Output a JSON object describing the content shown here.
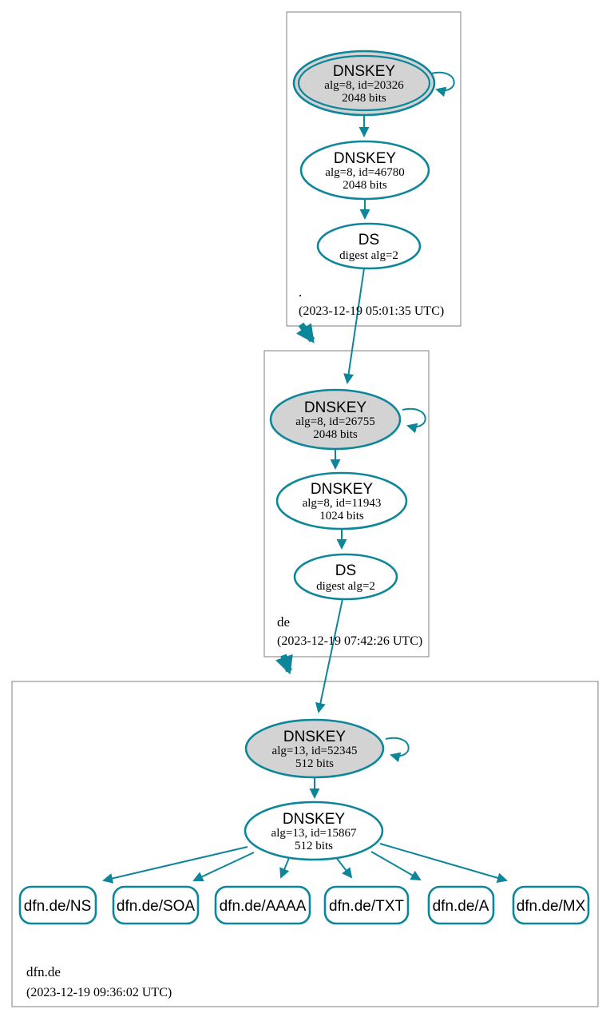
{
  "colors": {
    "edge": "#0d869a",
    "ksk_fill": "#d3d3d3",
    "node_fill": "#ffffff",
    "box_border": "#7f7f7f",
    "text": "#000000"
  },
  "zones": [
    {
      "label": ".",
      "timestamp": "(2023-12-19 05:01:35 UTC)",
      "ksk": {
        "title": "DNSKEY",
        "detail": "alg=8, id=20326",
        "bits": "2048 bits"
      },
      "zsk": {
        "title": "DNSKEY",
        "detail": "alg=8, id=46780",
        "bits": "2048 bits"
      },
      "ds": {
        "title": "DS",
        "detail": "digest alg=2"
      }
    },
    {
      "label": "de",
      "timestamp": "(2023-12-19 07:42:26 UTC)",
      "ksk": {
        "title": "DNSKEY",
        "detail": "alg=8, id=26755",
        "bits": "2048 bits"
      },
      "zsk": {
        "title": "DNSKEY",
        "detail": "alg=8, id=11943",
        "bits": "1024 bits"
      },
      "ds": {
        "title": "DS",
        "detail": "digest alg=2"
      }
    },
    {
      "label": "dfn.de",
      "timestamp": "(2023-12-19 09:36:02 UTC)",
      "ksk": {
        "title": "DNSKEY",
        "detail": "alg=13, id=52345",
        "bits": "512 bits"
      },
      "zsk": {
        "title": "DNSKEY",
        "detail": "alg=13, id=15867",
        "bits": "512 bits"
      },
      "rrsets": [
        "dfn.de/NS",
        "dfn.de/SOA",
        "dfn.de/AAAA",
        "dfn.de/TXT",
        "dfn.de/A",
        "dfn.de/MX"
      ]
    }
  ]
}
